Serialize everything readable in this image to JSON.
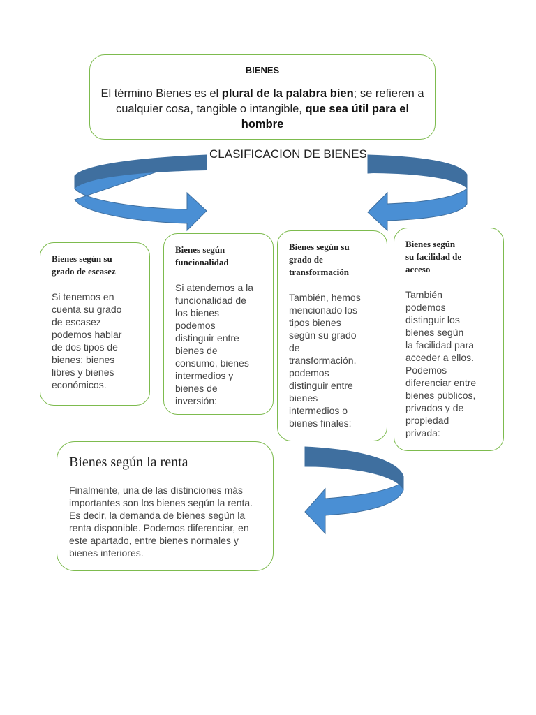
{
  "top": {
    "title": "BIENES",
    "def_part1": "El término Bienes es el ",
    "def_bold1": "plural de la palabra bien",
    "def_part2": "; se refieren a cualquier cosa, tangible o intangible, ",
    "def_bold2": "que sea útil para el hombre"
  },
  "classification_title": "CLASIFICACION DE BIENES",
  "boxes": [
    {
      "title": "Bienes según su\ngrado de escasez",
      "body": "Si tenemos en\ncuenta su grado\nde escasez\npodemos hablar\nde dos tipos de\nbienes: bienes\nlibres y bienes\neconómicos."
    },
    {
      "title": "Bienes según\nfuncionalidad",
      "body": "Si atendemos a la\nfuncionalidad de\nlos bienes\npodemos\ndistinguir entre\nbienes de\nconsumo, bienes\nintermedios y\nbienes de\ninversión:"
    },
    {
      "title": "Bienes según su\ngrado de\ntransformación",
      "body": "También, hemos\nmencionado los\ntipos bienes\nsegún su grado\nde\ntransformación.\npodemos\ndistinguir entre\nbienes\nintermedios o\nbienes finales:"
    },
    {
      "title": "Bienes según\nsu facilidad de\nacceso",
      "body": "También\npodemos\ndistinguir los\nbienes según\nla facilidad para\nacceder a ellos.\nPodemos\ndiferenciar entre\nbienes públicos,\nprivados y de\npropiedad\nprivada:"
    }
  ],
  "renta": {
    "title": "Bienes según la renta",
    "body": "Finalmente, una de las distinciones más importantes son los bienes según la renta. Es decir, la demanda de bienes según la renta disponible. Podemos diferenciar, en este apartado, entre bienes normales y bienes inferiores."
  },
  "colors": {
    "box_border": "#7dbb4e",
    "arrow_fill": "#4a8fd4",
    "arrow_dark": "#3f6f9f"
  }
}
